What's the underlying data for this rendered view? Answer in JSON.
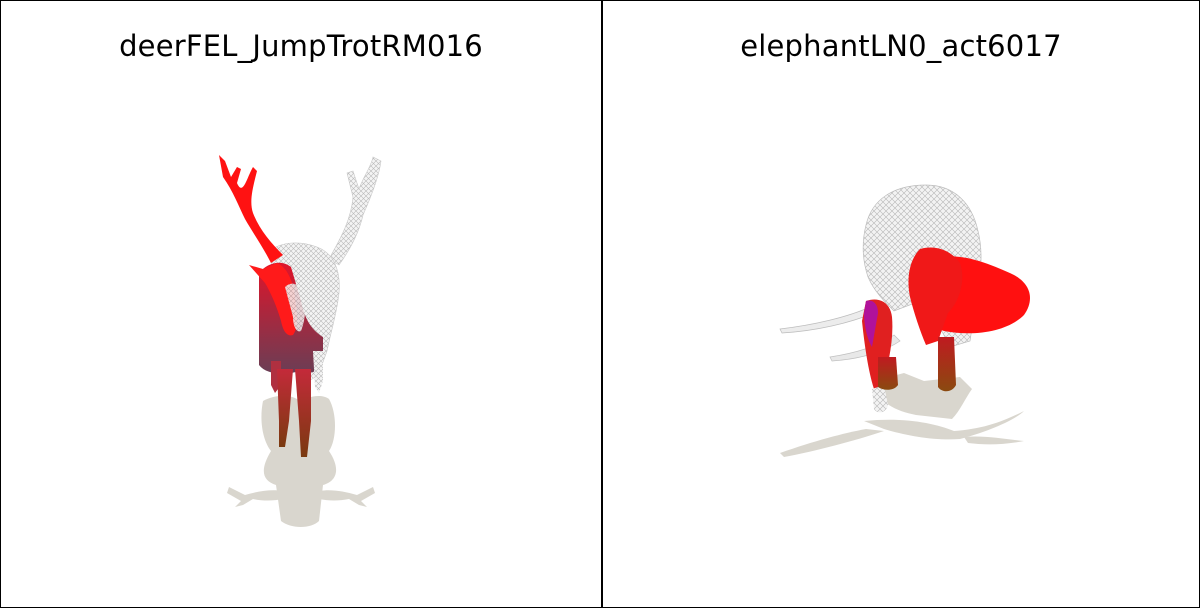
{
  "panels": [
    {
      "title": "deerFEL_JumpTrotRM016",
      "subject": "deer-render"
    },
    {
      "title": "elephantLN0_act6017",
      "subject": "elephant-render"
    }
  ],
  "colors": {
    "shadow": "#d9d6ce",
    "highlight": "#ff1010",
    "mesh": "#d8d8d8",
    "dark_red": "#8e1a22",
    "leg_brown": "#8a3a12",
    "magenta": "#b0129a"
  }
}
